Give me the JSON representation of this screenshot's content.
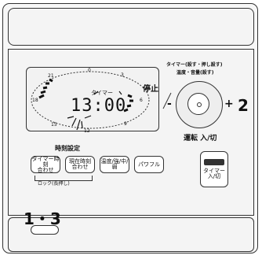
{
  "display": {
    "timer_label": "タイマー",
    "time": "13:00",
    "status": "停止",
    "dial_numbers": [
      "21",
      "0",
      "3",
      "6",
      "9",
      "12",
      "15",
      "18"
    ]
  },
  "dial": {
    "top_label": "タイマー(設す・押し設す)",
    "top_label_2": "温度・音量(設す)",
    "minus": "-",
    "plus": "+",
    "bottom_label": "運転 入/切"
  },
  "buttons": {
    "group_label": "時刻設定",
    "timer_set_1": "タイマー時刻",
    "timer_set_2": "合わせ",
    "current_set_1": "現在時刻",
    "current_set_2": "合わせ",
    "temp_label": "温度/強/中/弱",
    "powerful_label": "パワフル",
    "lock_label": "ロック(長押し)",
    "timer_onoff_1": "タイマー",
    "timer_onoff_2": "入/切"
  },
  "callouts": {
    "left": "1・3",
    "right": "2"
  }
}
